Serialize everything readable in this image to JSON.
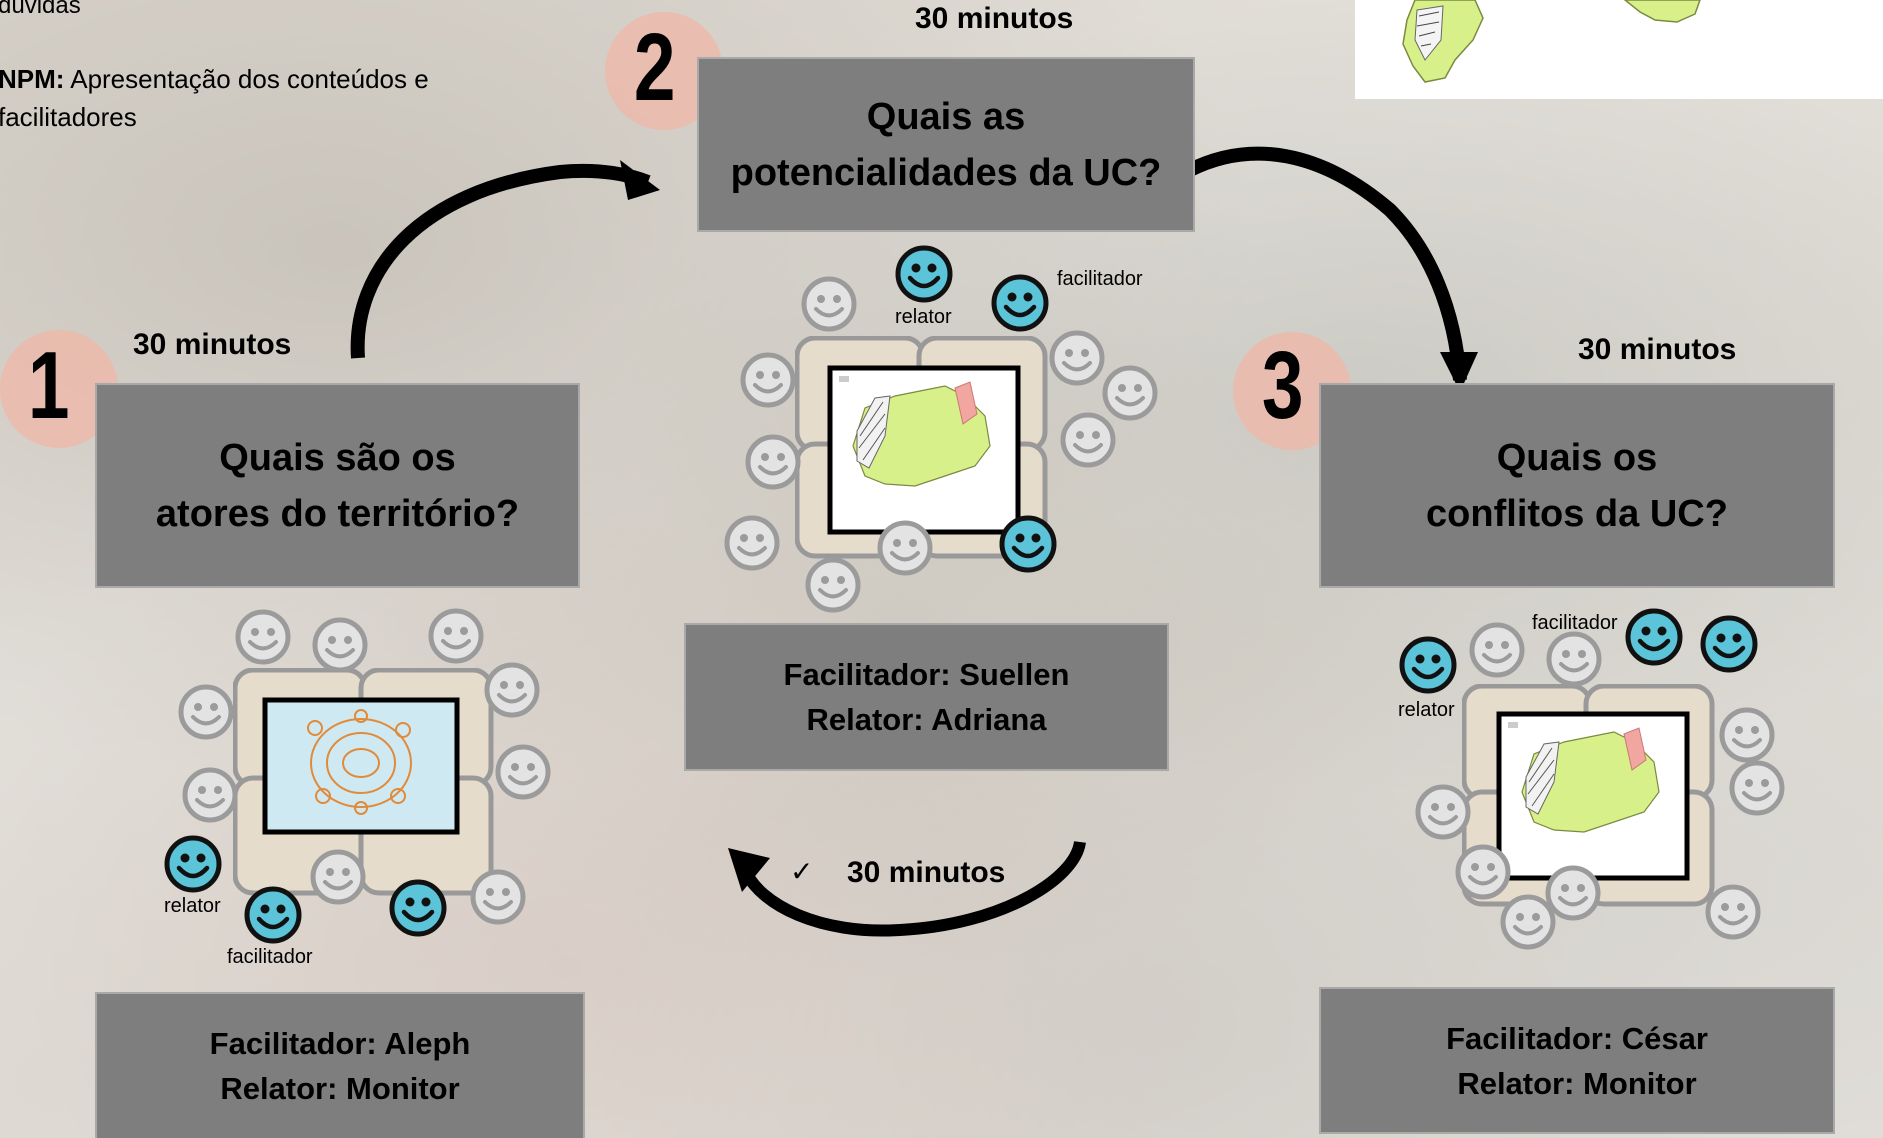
{
  "intro": {
    "line1": "dúvidas",
    "npm_label": "NPM:",
    "npm_text_1": " Apresentação dos conteúdos e",
    "npm_text_2": "facilitadores"
  },
  "stations": [
    {
      "number": "1",
      "time": "30 minutos",
      "question_line1": "Quais são os",
      "question_line2": "atores do território?",
      "facilitator": "Facilitador: Aleph",
      "reporter": "Relator: Monitor",
      "label_relator": "relator",
      "label_facilitador": "facilitador"
    },
    {
      "number": "2",
      "time": "30 minutos",
      "question_line1": "Quais as",
      "question_line2": "potencialidades da UC?",
      "facilitator": "Facilitador: Suellen",
      "reporter": "Relator: Adriana",
      "label_relator": "relator",
      "label_facilitador": "facilitador"
    },
    {
      "number": "3",
      "time": "30 minutos",
      "question_line1": "Quais os",
      "question_line2": "conflitos da UC?",
      "facilitator": "Facilitador: César",
      "reporter": "Relator: Monitor",
      "label_relator": "relator",
      "label_facilitador": "facilitador"
    }
  ],
  "rotation": {
    "checkmark": "✓",
    "time": "30 minutos"
  },
  "colors": {
    "box_gray": "#7e7e7e",
    "number_circle": "#ecbaa8",
    "smiley_blue": "#5bc4d8",
    "smiley_gray": "#e3e3e3",
    "table": "#e6dccb",
    "map_green": "#d8f08a"
  }
}
